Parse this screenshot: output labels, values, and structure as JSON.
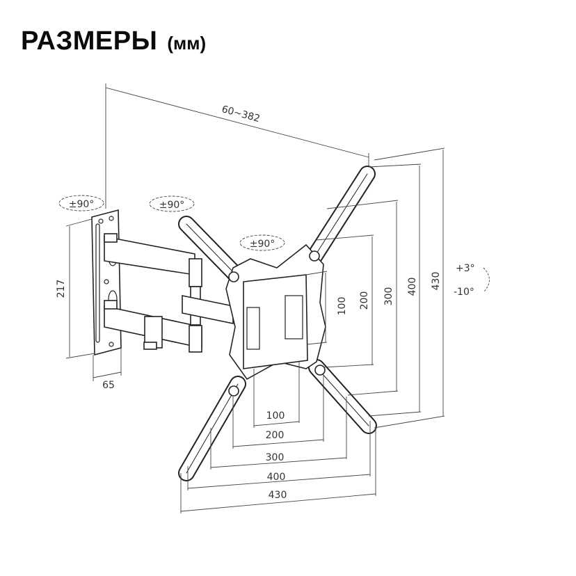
{
  "title": {
    "main": "РАЗМЕРЫ",
    "unit": "(мм)"
  },
  "dimensions": {
    "arm_extension": "60~382",
    "wall_plate_height": "217",
    "wall_plate_width": "65",
    "vertical": [
      "100",
      "200",
      "300",
      "400",
      "430"
    ],
    "horizontal": [
      "100",
      "200",
      "300",
      "400",
      "430"
    ]
  },
  "rotations": {
    "wall_swivel": "±90°",
    "arm_swivel": "±90°",
    "plate_rotation": "±90°",
    "tilt_up": "+3°",
    "tilt_down": "-10°"
  }
}
